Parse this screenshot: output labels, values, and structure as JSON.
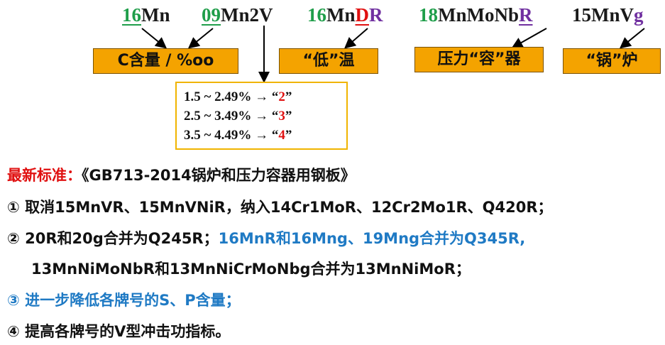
{
  "grades": [
    {
      "prefix": "16",
      "suffix": "Mn"
    },
    {
      "prefix": "09",
      "suffix": "Mn2V"
    },
    {
      "prefix": "16",
      "middle": "Mn",
      "d": "D",
      "r": "R"
    },
    {
      "prefix": "18",
      "middle": "MnMoNb",
      "r": "R"
    },
    {
      "middle": "15MnV",
      "g": "g"
    }
  ],
  "labels": {
    "carbon": "C含量 / %oo",
    "low_temp": "“低”温",
    "pressure": "压力“容”器",
    "boiler": "“锅”炉"
  },
  "ranges": [
    {
      "range": "1.5 ~ 2.49%",
      "arrow": "→",
      "open": "“",
      "digit": "2",
      "close": "”"
    },
    {
      "range": "2.5 ~ 3.49%",
      "arrow": "→",
      "open": "“",
      "digit": "3",
      "close": "”"
    },
    {
      "range": "3.5 ~ 4.49%",
      "arrow": "→",
      "open": "“",
      "digit": "4",
      "close": "”"
    }
  ],
  "standard": {
    "heading": "最新标准",
    "colon": "：",
    "title": "《GB713-2014锅炉和压力容器用钢板》"
  },
  "points": {
    "p1": "① 取消15MnVR、15MnVNiR，纳入14Cr1MoR、12Cr2Mo1R、Q420R；",
    "p2a": "② 20R和20g合并为Q245R；",
    "p2b": "16MnR和16Mng、19Mng合并为Q345R,",
    "p2c": "13MnNiMoNbR和13MnNiCrMoNbg合并为13MnNiMoR；",
    "p3": "③ 进一步降低各牌号的S、P含量；",
    "p4": "④ 提高各牌号的V型冲击功指标。"
  },
  "colors": {
    "green": "#1f9e4a",
    "red": "#e01010",
    "purple": "#7030a0",
    "orange": "#f4a300",
    "blue": "#1f7ac4",
    "box_border": "#f0b400"
  }
}
